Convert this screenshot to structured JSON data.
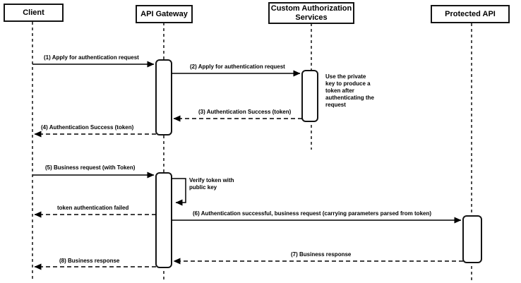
{
  "diagram": {
    "type": "uml-sequence",
    "colors": {
      "line": "#000000",
      "fill": "#ffffff",
      "text": "#000000"
    },
    "participants": [
      {
        "id": "client",
        "label": "Client"
      },
      {
        "id": "api-gateway",
        "label": "API Gateway"
      },
      {
        "id": "custom-authorization-services",
        "label": "Custom Authorization Services"
      },
      {
        "id": "protected-api",
        "label": "Protected API"
      }
    ],
    "messages": [
      {
        "seq": "1",
        "label": "(1) Apply for authentication request",
        "from": "Client",
        "to": "API Gateway",
        "style": "solid"
      },
      {
        "seq": "2",
        "label": "(2) Apply for authentication request",
        "from": "API Gateway",
        "to": "Custom Authorization Services",
        "style": "solid"
      },
      {
        "seq": "3",
        "label": "(3) Authentication Success (token)",
        "from": "Custom Authorization Services",
        "to": "API Gateway",
        "style": "dashed"
      },
      {
        "seq": "4",
        "label": "(4) Authentication Success (token)",
        "from": "API Gateway",
        "to": "Client",
        "style": "dashed"
      },
      {
        "seq": "5",
        "label": "(5) Business request (with Token)",
        "from": "Client",
        "to": "API Gateway",
        "style": "solid"
      },
      {
        "seq": "",
        "label": "Verify token with public key",
        "from": "API Gateway",
        "to": "API Gateway",
        "style": "self"
      },
      {
        "seq": "",
        "label": "token authentication failed",
        "from": "API Gateway",
        "to": "Client",
        "style": "dashed"
      },
      {
        "seq": "6",
        "label": "(6) Authentication successful, business request (carrying parameters parsed from token)",
        "from": "API Gateway",
        "to": "Protected API",
        "style": "solid"
      },
      {
        "seq": "7",
        "label": "(7) Business response",
        "from": "Protected API",
        "to": "API Gateway",
        "style": "dashed"
      },
      {
        "seq": "8",
        "label": "(8) Business response",
        "from": "API Gateway",
        "to": "Client",
        "style": "dashed"
      }
    ],
    "note": {
      "text": "Use the private key to produce a token after authenticating the request",
      "attached_to": "Custom Authorization Services"
    }
  }
}
